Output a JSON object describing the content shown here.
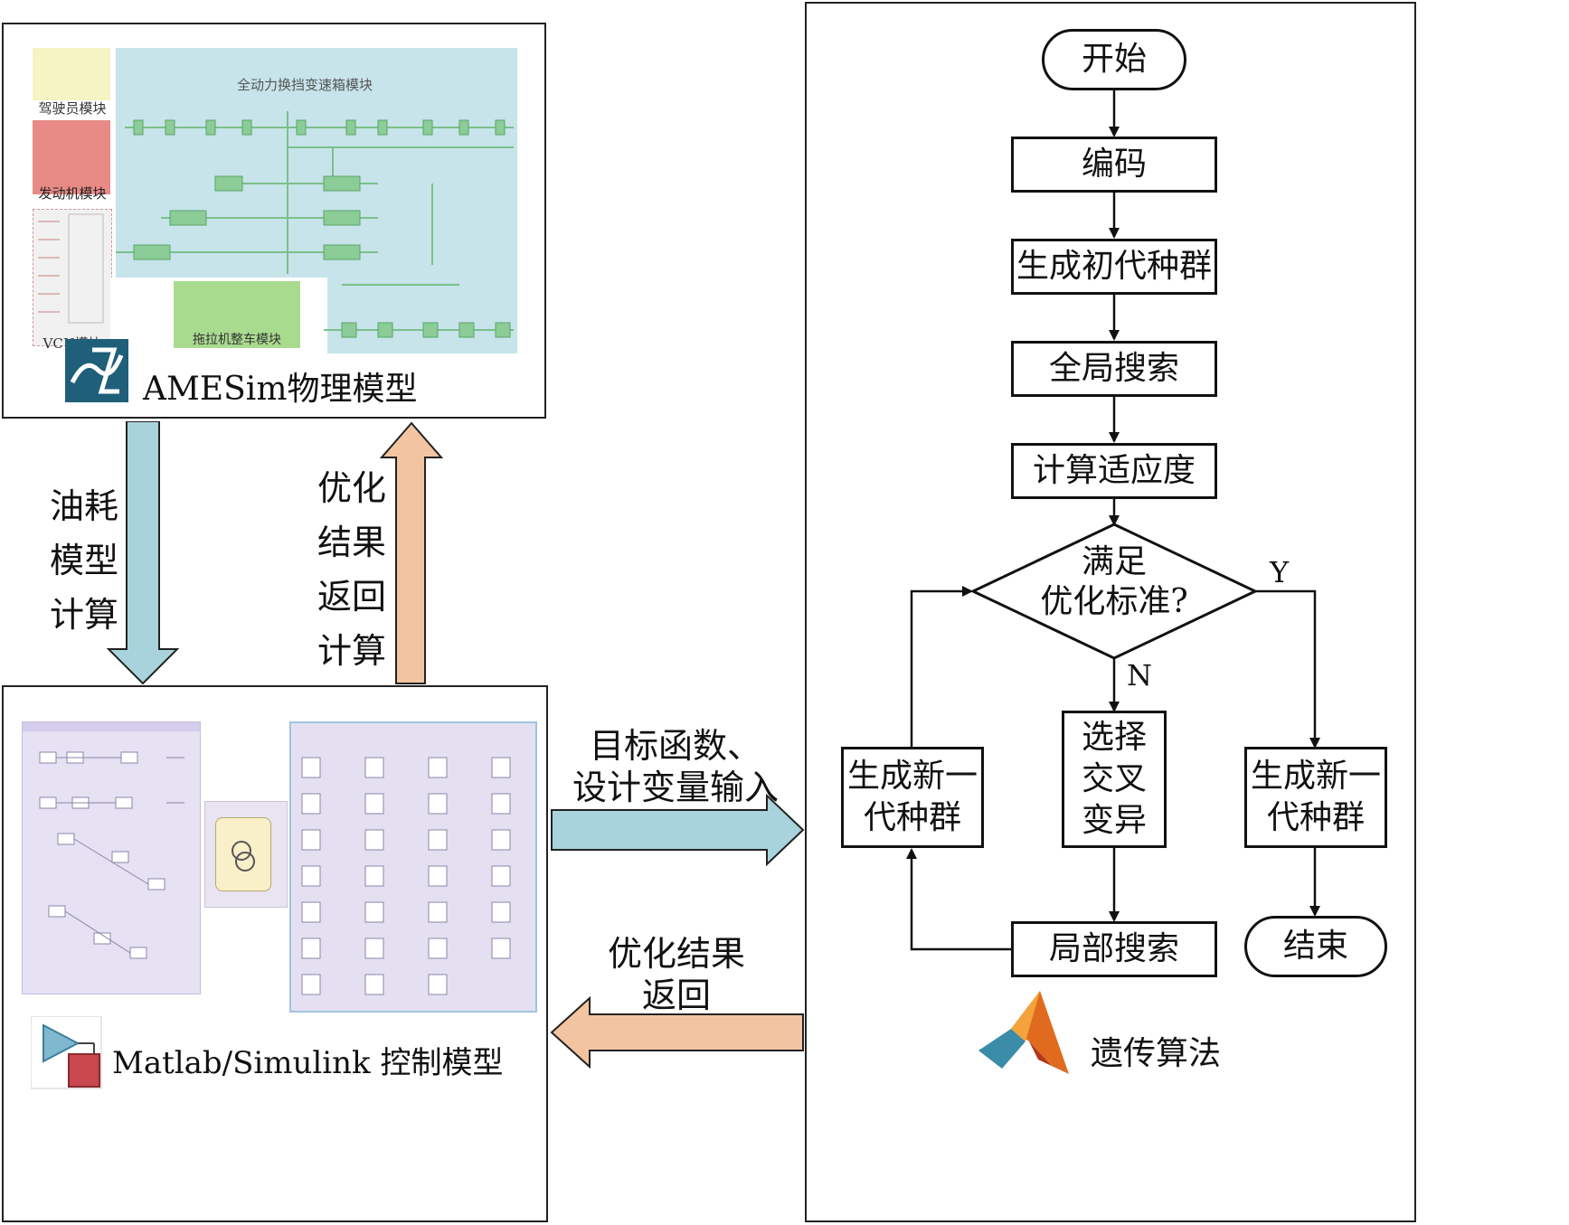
{
  "ames_panel": {
    "title": "全动力换挡变速箱模块",
    "driver_module": "驾驶员模块",
    "engine_module": "发动机模块",
    "vcu_module": "VCU模块",
    "tractor_module": "拖拉机整车模块",
    "caption": "AMESim物理模型",
    "logo_icon": "amesim-logo-icon"
  },
  "arrows": {
    "down_label": [
      "油耗",
      "模型",
      "计算"
    ],
    "up_label": [
      "优化",
      "结果",
      "返回",
      "计算"
    ],
    "right_label": [
      "目标函数、",
      "设计变量输入"
    ],
    "left_label": [
      "优化结果",
      "返回"
    ],
    "colors": {
      "blue": "#a9d3dc",
      "orange": "#f3c4a0"
    }
  },
  "simulink_panel": {
    "caption": "Matlab/Simulink 控制模型",
    "logo_icon": "simulink-logo-icon"
  },
  "flowchart": {
    "start": "开始",
    "encode": "编码",
    "init_population": "生成初代种群",
    "global_search": "全局搜索",
    "fitness": "计算适应度",
    "decision": [
      "满足",
      "优化标准?"
    ],
    "yes": "Y",
    "no": "N",
    "select": [
      "选择",
      "交叉",
      "变异"
    ],
    "new_gen_left": [
      "生成新一",
      "代种群"
    ],
    "new_gen_right": [
      "生成新一",
      "代种群"
    ],
    "local_search": "局部搜索",
    "end": "结束",
    "footer": "遗传算法",
    "matlab_icon": "matlab-logo-icon"
  }
}
